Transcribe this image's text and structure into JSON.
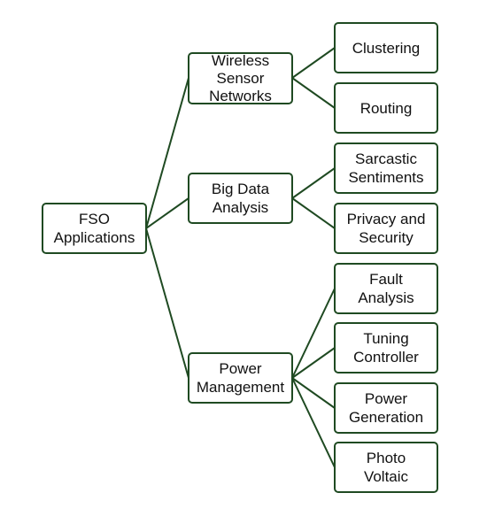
{
  "diagram": {
    "colors": {
      "border": "#1f4a22",
      "connector": "#1f4a22",
      "text": "#111111",
      "background": "#ffffff"
    },
    "root": {
      "label": "FSO\nApplications"
    },
    "branches": [
      {
        "label": "Wireless\nSensor\nNetworks",
        "leaves": [
          "Clustering",
          "Routing"
        ]
      },
      {
        "label": "Big Data\nAnalysis",
        "leaves": [
          "Sarcastic\nSentiments",
          "Privacy and\nSecurity"
        ]
      },
      {
        "label": "Power\nManagement",
        "leaves": [
          "Fault\nAnalysis",
          "Tuning\nController",
          "Power\nGeneration",
          "Photo\nVoltaic"
        ]
      }
    ]
  }
}
